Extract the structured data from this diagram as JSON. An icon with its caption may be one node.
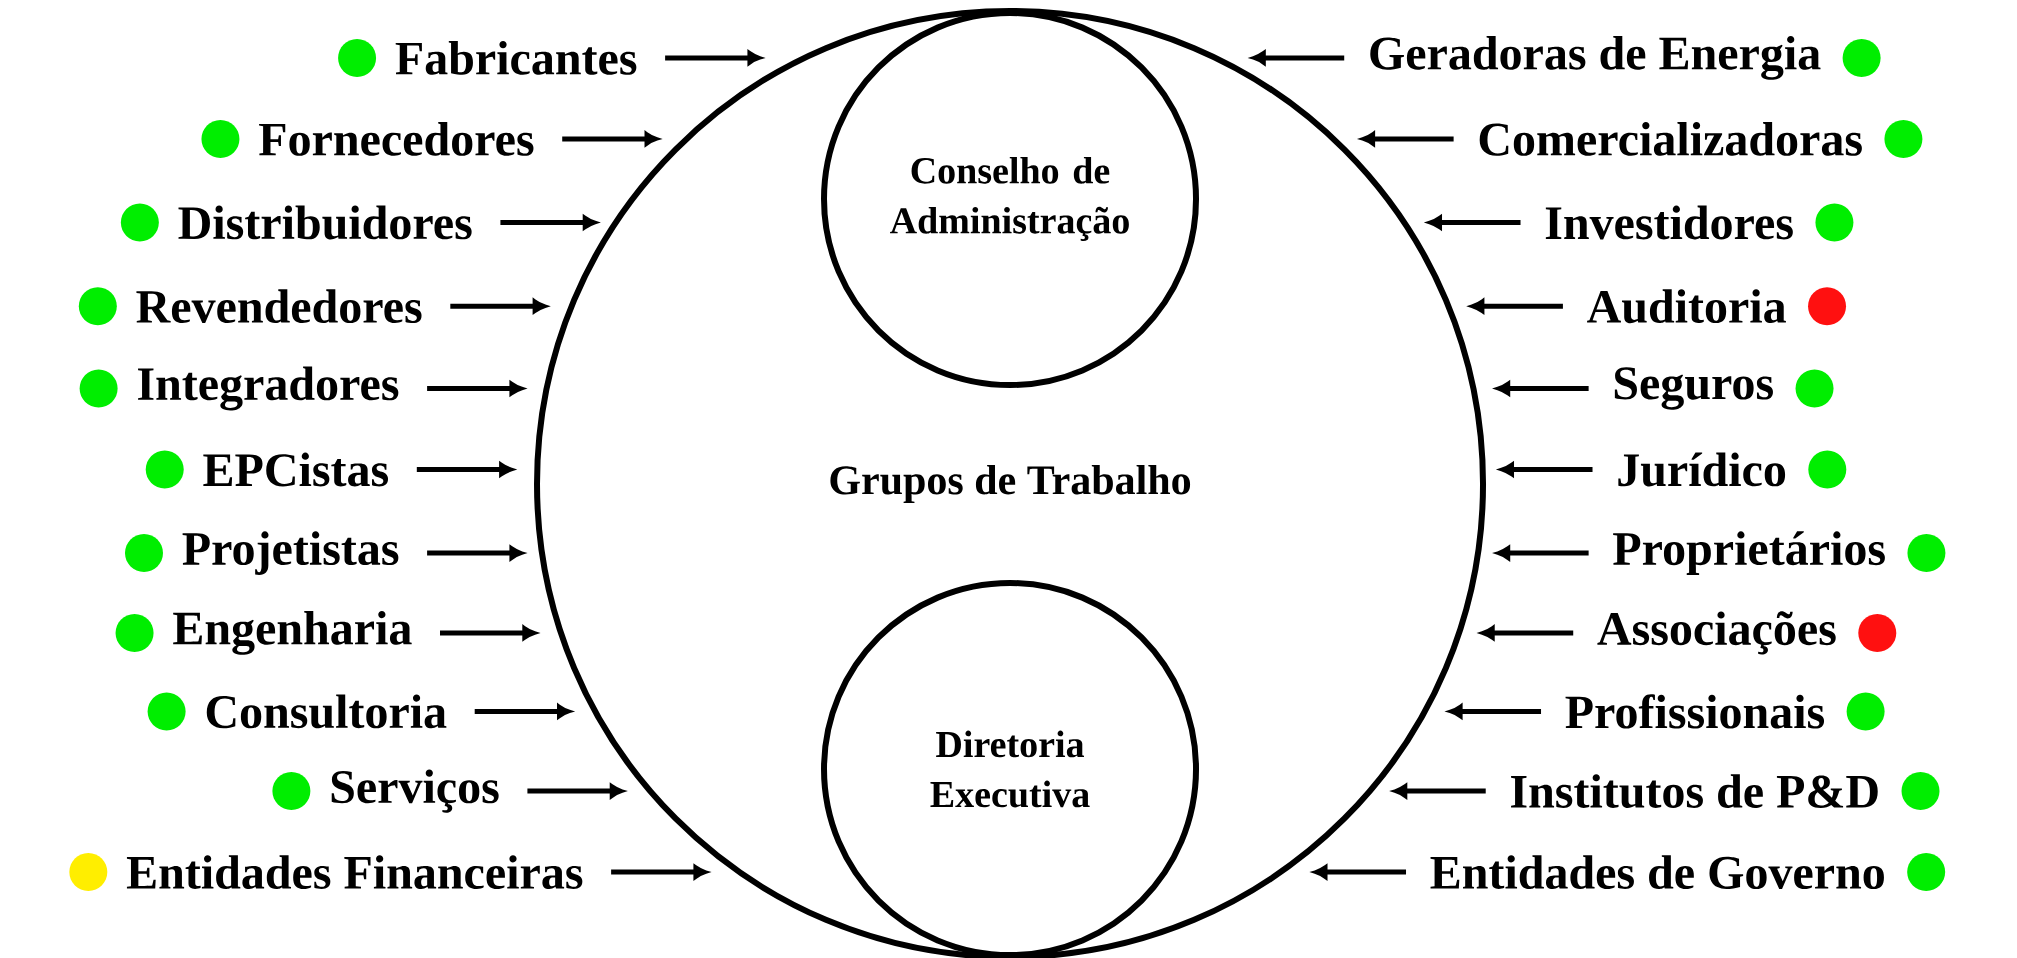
{
  "diagram": {
    "nodes": [
      {
        "text": [
          "Grupos de Trabalho"
        ]
      },
      {
        "text": [
          "Conselho de Administração"
        ],
        "in": 0
      },
      {
        "text": [
          "Diretoria Executiva"
        ],
        "in": 0
      },
      {
        "text": [
          "Fabricantes"
        ]
      },
      {
        "text": [
          "Fornecedores"
        ]
      },
      {
        "text": [
          "Distribuidores"
        ]
      },
      {
        "text": [
          "Revendedores"
        ]
      },
      {
        "text": [
          "Integradores"
        ]
      },
      {
        "text": [
          "EPCistas"
        ]
      },
      {
        "text": [
          "Projetistas"
        ]
      },
      {
        "text": [
          "Engenharia"
        ]
      },
      {
        "text": [
          "Consultoria"
        ]
      },
      {
        "text": [
          "Serviços"
        ]
      },
      {
        "text": [
          "Entidades Financeiras"
        ]
      },
      {
        "text": [
          "Geradoras de Energia"
        ]
      },
      {
        "text": [
          "Comercializadoras"
        ]
      },
      {
        "text": [
          "Investidores"
        ]
      },
      {
        "text": [
          "Auditoria"
        ]
      },
      {
        "text": [
          "Seguros"
        ]
      },
      {
        "text": [
          "Jurídico"
        ]
      },
      {
        "text": [
          "Proprietários"
        ]
      },
      {
        "text": [
          "Associações"
        ]
      },
      {
        "text": [
          "Profissionais"
        ]
      },
      {
        "text": [
          "Institutos de P&D"
        ]
      },
      {
        "text": [
          "Entidades de Governo"
        ]
      }
    ],
    "edges": [
      {
        "from": 3,
        "to": 0,
        "arrow": "to"
      },
      {
        "from": 4,
        "to": 0,
        "arrow": "to"
      },
      {
        "from": 5,
        "to": 0,
        "arrow": "to"
      },
      {
        "from": 6,
        "to": 0,
        "arrow": "to"
      },
      {
        "from": 7,
        "to": 0,
        "arrow": "to"
      },
      {
        "from": 8,
        "to": 0,
        "arrow": "to"
      },
      {
        "from": 9,
        "to": 0,
        "arrow": "to"
      },
      {
        "from": 10,
        "to": 0,
        "arrow": "to"
      },
      {
        "from": 11,
        "to": 0,
        "arrow": "to"
      },
      {
        "from": 12,
        "to": 0,
        "arrow": "to"
      },
      {
        "from": 13,
        "to": 0,
        "arrow": "to"
      },
      {
        "from": 14,
        "to": 0,
        "arrow": "to"
      },
      {
        "from": 15,
        "to": 0,
        "arrow": "to"
      },
      {
        "from": 16,
        "to": 0,
        "arrow": "to"
      },
      {
        "from": 17,
        "to": 0,
        "arrow": "to"
      },
      {
        "from": 18,
        "to": 0,
        "arrow": "to"
      },
      {
        "from": 19,
        "to": 0,
        "arrow": "to"
      },
      {
        "from": 20,
        "to": 0,
        "arrow": "to"
      },
      {
        "from": 21,
        "to": 0,
        "arrow": "to"
      },
      {
        "from": 22,
        "to": 0,
        "arrow": "to"
      },
      {
        "from": 23,
        "to": 0,
        "arrow": "to"
      },
      {
        "from": 24,
        "to": 0,
        "arrow": "to"
      }
    ]
  }
}
